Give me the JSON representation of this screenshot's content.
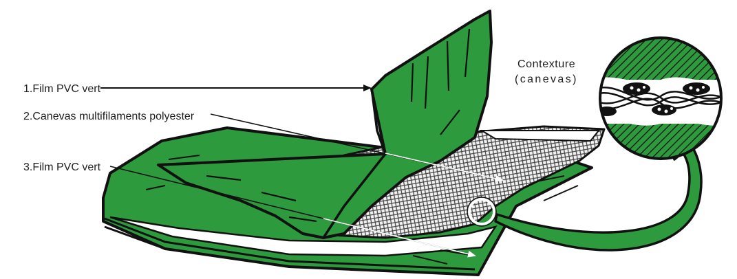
{
  "labels": [
    {
      "text": "1.Film PVC vert"
    },
    {
      "text": "2.Canevas multifilaments polyester"
    },
    {
      "text": "3.Film PVC vert"
    }
  ],
  "detail": {
    "title": "Contexture",
    "subtitle": "(canevas)"
  },
  "colors": {
    "green": "#2e9a3e",
    "dark_green": "#1f7a2c",
    "outline": "#111111",
    "mesh": "#555555"
  }
}
